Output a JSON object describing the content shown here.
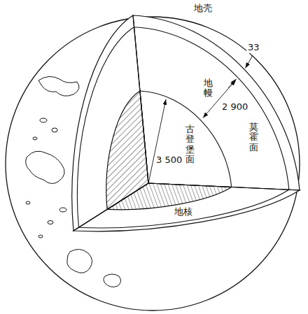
{
  "diagram": {
    "labels": [
      "地壳",
      "33",
      "2 900",
      "地幔",
      "莫霍面",
      "3 500",
      "古登堡面",
      "地核"
    ]
  }
}
